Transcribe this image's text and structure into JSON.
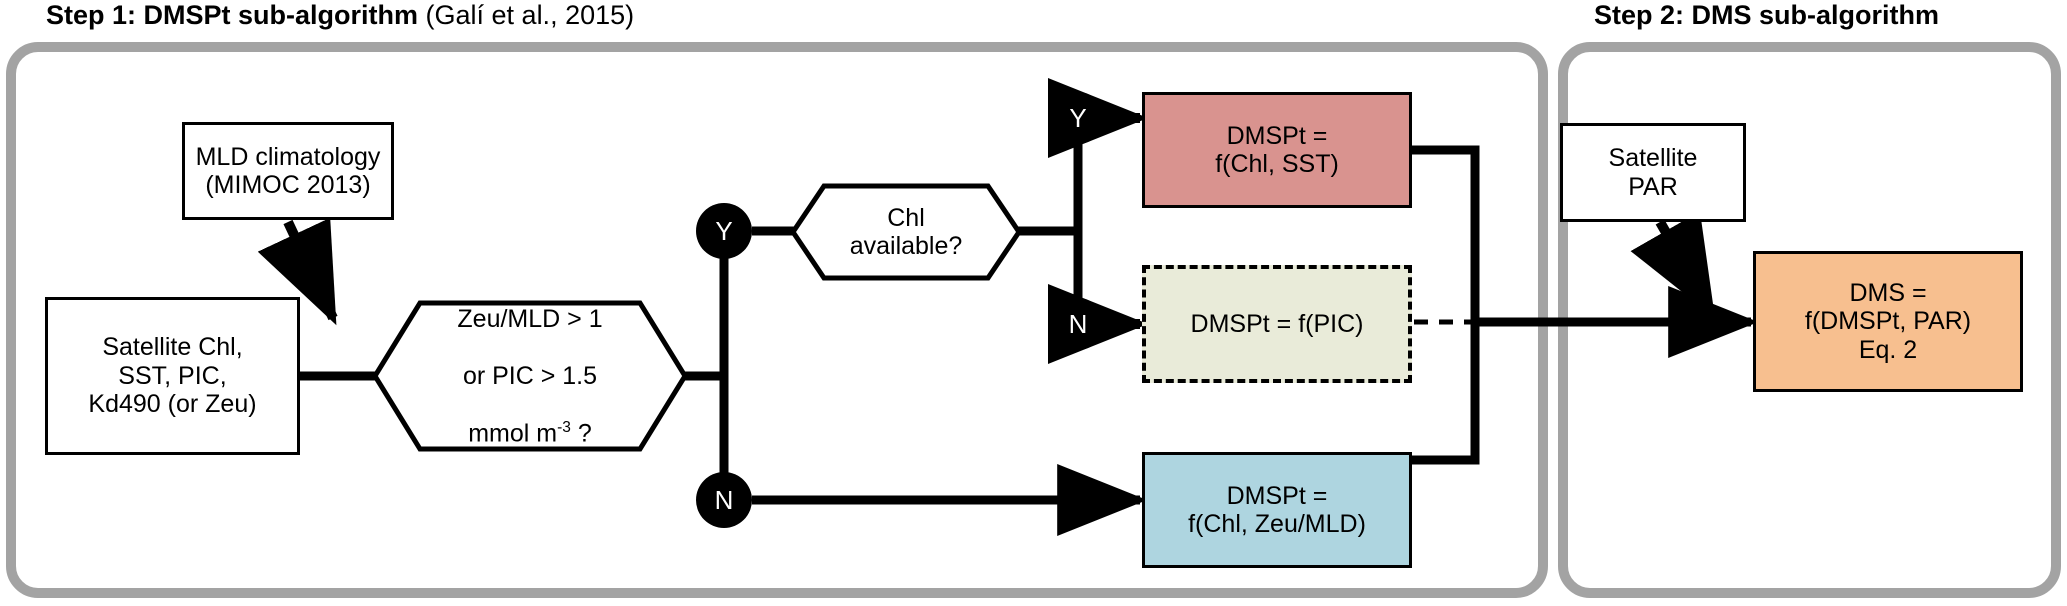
{
  "figure": {
    "kind": "flowchart",
    "panels": [
      {
        "id": "step1",
        "title_bold": "Step 1: DMSPt sub-algorithm",
        "title_regular": " (Galí et al., 2015)"
      },
      {
        "id": "step2",
        "title_bold": "Step 2: DMS sub-algorithm",
        "title_regular": ""
      }
    ]
  },
  "nodes": {
    "mld_climatology": {
      "label": "MLD climatology\n(MIMOC 2013)",
      "shape": "rectangle",
      "fill": "#ffffff"
    },
    "satellite_inputs": {
      "label": "Satellite Chl,\nSST, PIC,\nKd490 (or Zeu)",
      "shape": "rectangle",
      "fill": "#ffffff"
    },
    "decision_zeu": {
      "label_line1": "Zeu/MLD > 1",
      "label_line2": "or PIC > 1.5",
      "label_line3_pre": "mmol m",
      "label_line3_sup": "-3",
      "label_line3_post": " ?",
      "shape": "hexagon",
      "fill": "#ffffff"
    },
    "decision_chl": {
      "label": "Chl\navailable?",
      "shape": "hexagon",
      "fill": "#ffffff"
    },
    "dmspt_chl_sst": {
      "label": "DMSPt =\nf(Chl, SST)",
      "shape": "rectangle",
      "fill": "#d9938f"
    },
    "dmspt_pic": {
      "label": "DMSPt = f(PIC)",
      "shape": "rectangle-dashed",
      "fill": "#e9ebd9"
    },
    "dmspt_chl_zeu_mld": {
      "label": "DMSPt =\nf(Chl, Zeu/MLD)",
      "shape": "rectangle",
      "fill": "#aed5e0"
    },
    "satellite_par": {
      "label": "Satellite\nPAR",
      "shape": "rectangle",
      "fill": "#ffffff"
    },
    "dms_output": {
      "label": "DMS =\nf(DMSPt, PAR)\nEq. 2",
      "shape": "rectangle",
      "fill": "#f7bf8f"
    }
  },
  "decisions": {
    "zeu_yes": "Y",
    "zeu_no": "N",
    "chl_yes": "Y",
    "chl_no": "N"
  },
  "colors": {
    "panel_border": "#a3a3a3",
    "node_stroke": "#000000",
    "red_box": "#d9938f",
    "green_box": "#e9ebd9",
    "blue_box": "#aed5e0",
    "orange_box": "#f7bf8f",
    "background": "#ffffff"
  }
}
